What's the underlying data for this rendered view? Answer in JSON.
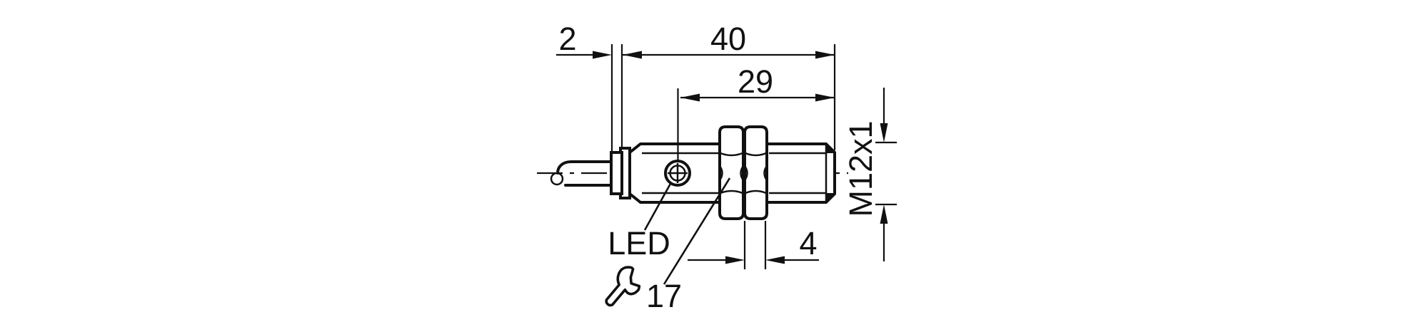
{
  "drawing": {
    "colors": {
      "line": "#111111",
      "background": "#ffffff"
    },
    "dimensions": {
      "cable_gland_width": "2",
      "housing_length": "40",
      "thread_length": "29",
      "nut_thickness": "4",
      "wrench_size": "17",
      "thread_spec": "M12x1"
    },
    "labels": {
      "led": "LED"
    },
    "icons": {
      "wrench": "wrench-icon"
    }
  }
}
